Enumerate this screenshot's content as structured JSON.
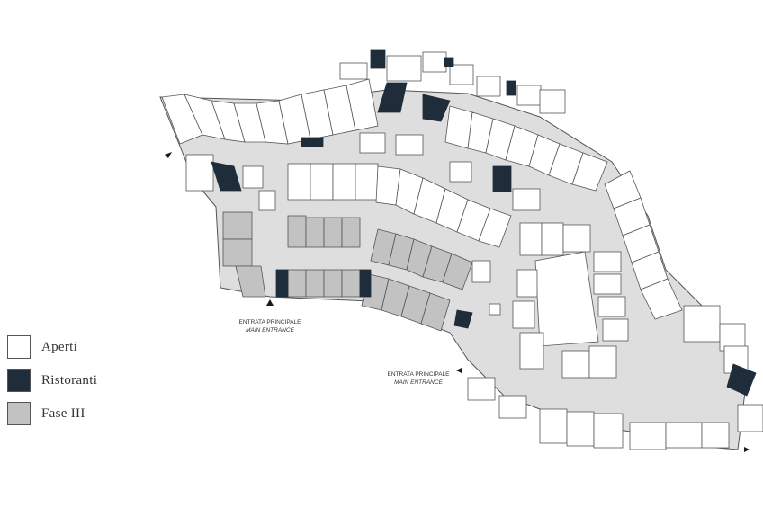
{
  "colors": {
    "open": "#ffffff",
    "restaurant": "#1f2d3b",
    "phase3": "#c2c2c2",
    "corridor": "#dedede",
    "outline": "#555555"
  },
  "legend": [
    {
      "label": "Aperti",
      "color": "#ffffff"
    },
    {
      "label": "Ristoranti",
      "color": "#1f2d3b"
    },
    {
      "label": "Fase III",
      "color": "#c2c2c2"
    }
  ],
  "entrances": [
    {
      "line1": "ENTRATA PRINCIPALE",
      "line2": "MAIN ENTRANCE"
    },
    {
      "line1": "ENTRATA PRINCIPALE",
      "line2": "MAIN ENTRANCE"
    }
  ],
  "icons": {
    "entrance_marker": "triangle-arrow-icon"
  }
}
